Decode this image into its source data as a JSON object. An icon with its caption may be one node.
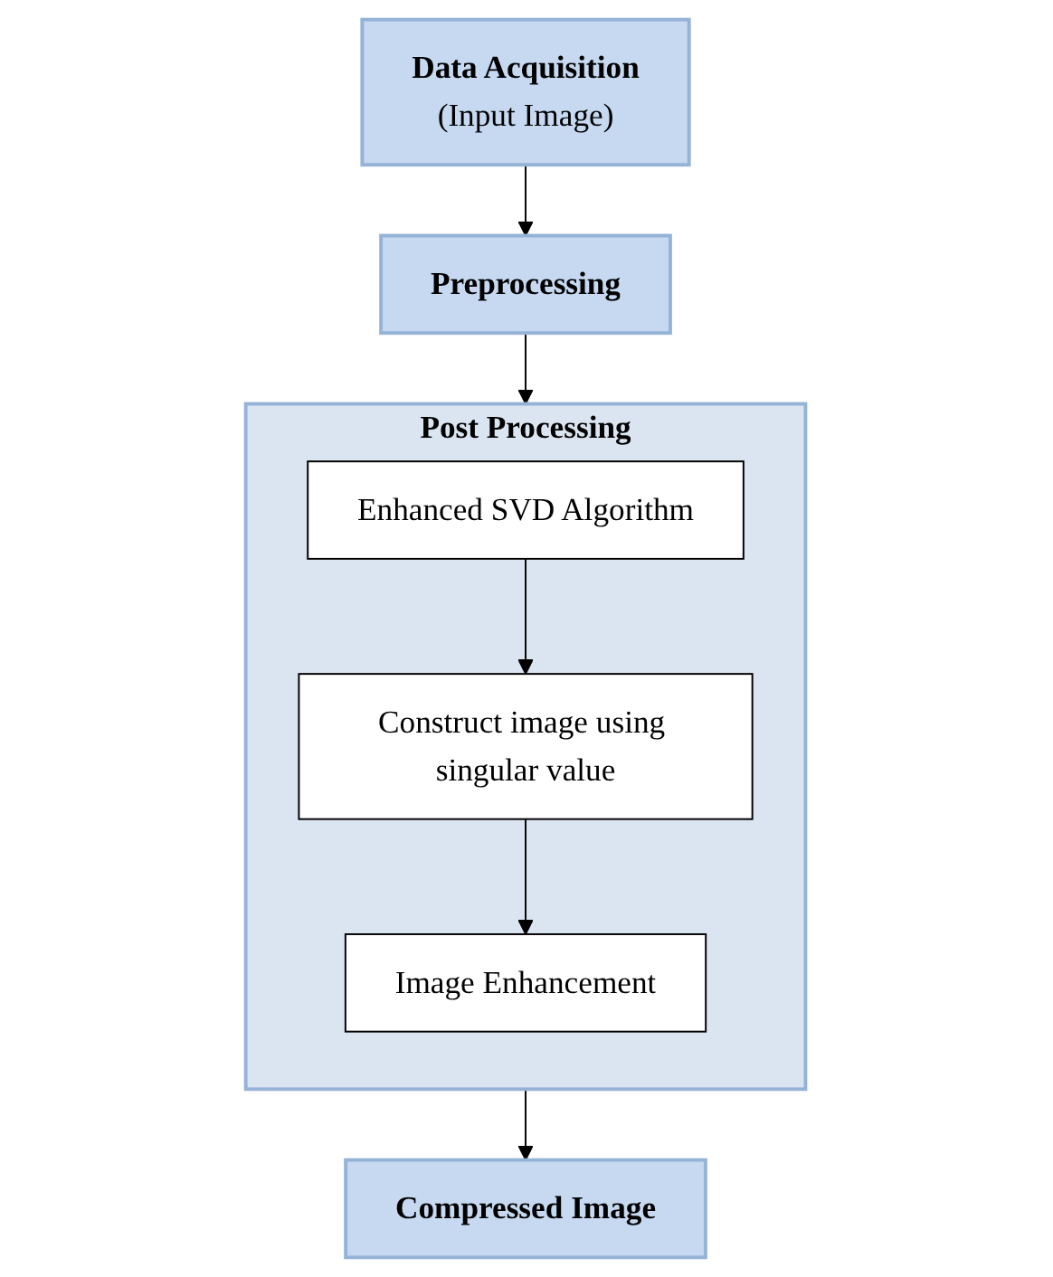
{
  "diagram": {
    "nodes": [
      {
        "text": [
          "Data Acquisition",
          "(Input Image)"
        ]
      },
      {
        "text": [
          "Preprocessing"
        ]
      },
      {
        "text": [
          "Post Processing"
        ]
      },
      {
        "text": [
          "Enhanced SVD Algorithm"
        ],
        "in": 2
      },
      {
        "text": [
          "Construct image using singular value"
        ],
        "in": 2
      },
      {
        "text": [
          "Image Enhancement"
        ],
        "in": 2
      },
      {
        "text": [
          "Compressed Image"
        ]
      }
    ],
    "edges": [
      {
        "from": 0,
        "to": 1,
        "arrow": "to"
      },
      {
        "from": 1,
        "to": 2,
        "arrow": "to"
      },
      {
        "from": 3,
        "to": 4,
        "arrow": "to"
      },
      {
        "from": 4,
        "to": 5,
        "arrow": "to"
      },
      {
        "from": 2,
        "to": 6,
        "arrow": "to"
      }
    ]
  }
}
